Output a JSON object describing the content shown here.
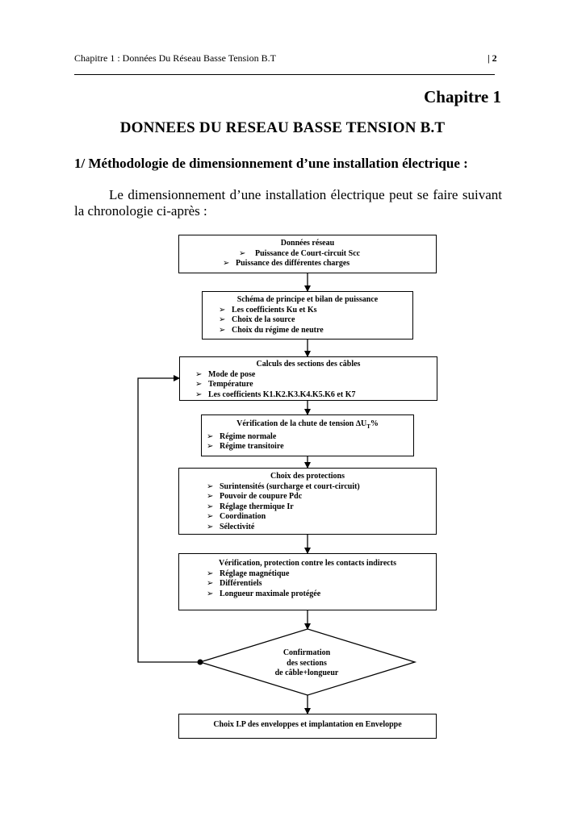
{
  "header": {
    "left_text": "Chapitre 1 : Données Du Réseau Basse Tension B.T",
    "page_number": "| 2"
  },
  "chapter_label": "Chapitre 1",
  "title": "DONNEES DU RESEAU BASSE TENSION B.T",
  "section_heading": "1/ Méthodologie de dimensionnement d’une installation électrique :",
  "intro_text": "Le dimensionnement d’une installation électrique peut se faire suivant la chronologie ci-après :",
  "flowchart": {
    "box1": {
      "title": "Données réseau",
      "items": [
        "Puissance de Court-circuit Scc",
        "Puissance des différentes charges"
      ]
    },
    "box2": {
      "title": "Schéma de principe et bilan de puissance",
      "items": [
        "Les coefficients Ku et Ks",
        "Choix de la source",
        "Choix du régime de neutre"
      ]
    },
    "box3": {
      "title": "Calculs des sections des câbles",
      "items": [
        "Mode de pose",
        "Température",
        "Les coefficients K1.K2.K3.K4.K5.K6 et K7"
      ]
    },
    "box4": {
      "title_prefix": "Vérification de la chute de tension ",
      "title_delta": "∆U",
      "title_sub": "T",
      "title_suffix": "%",
      "items": [
        "Régime normale",
        "Régime transitoire"
      ]
    },
    "box5": {
      "title": "Choix des protections",
      "items": [
        "Surintensités (surcharge et court-circuit)",
        "Pouvoir de coupure Pdc",
        "Réglage thermique Ir",
        "Coordination",
        "Sélectivité"
      ]
    },
    "box6": {
      "title": "Vérification, protection contre les contacts indirects",
      "items": [
        "Réglage magnétique",
        "Différentiels",
        "Longueur maximale protégée"
      ]
    },
    "decision": {
      "line1": "Confirmation",
      "line2": "des sections",
      "line3": "de câble+longueur"
    },
    "box7": {
      "title": "Choix I.P des enveloppes et implantation en Enveloppe"
    }
  }
}
